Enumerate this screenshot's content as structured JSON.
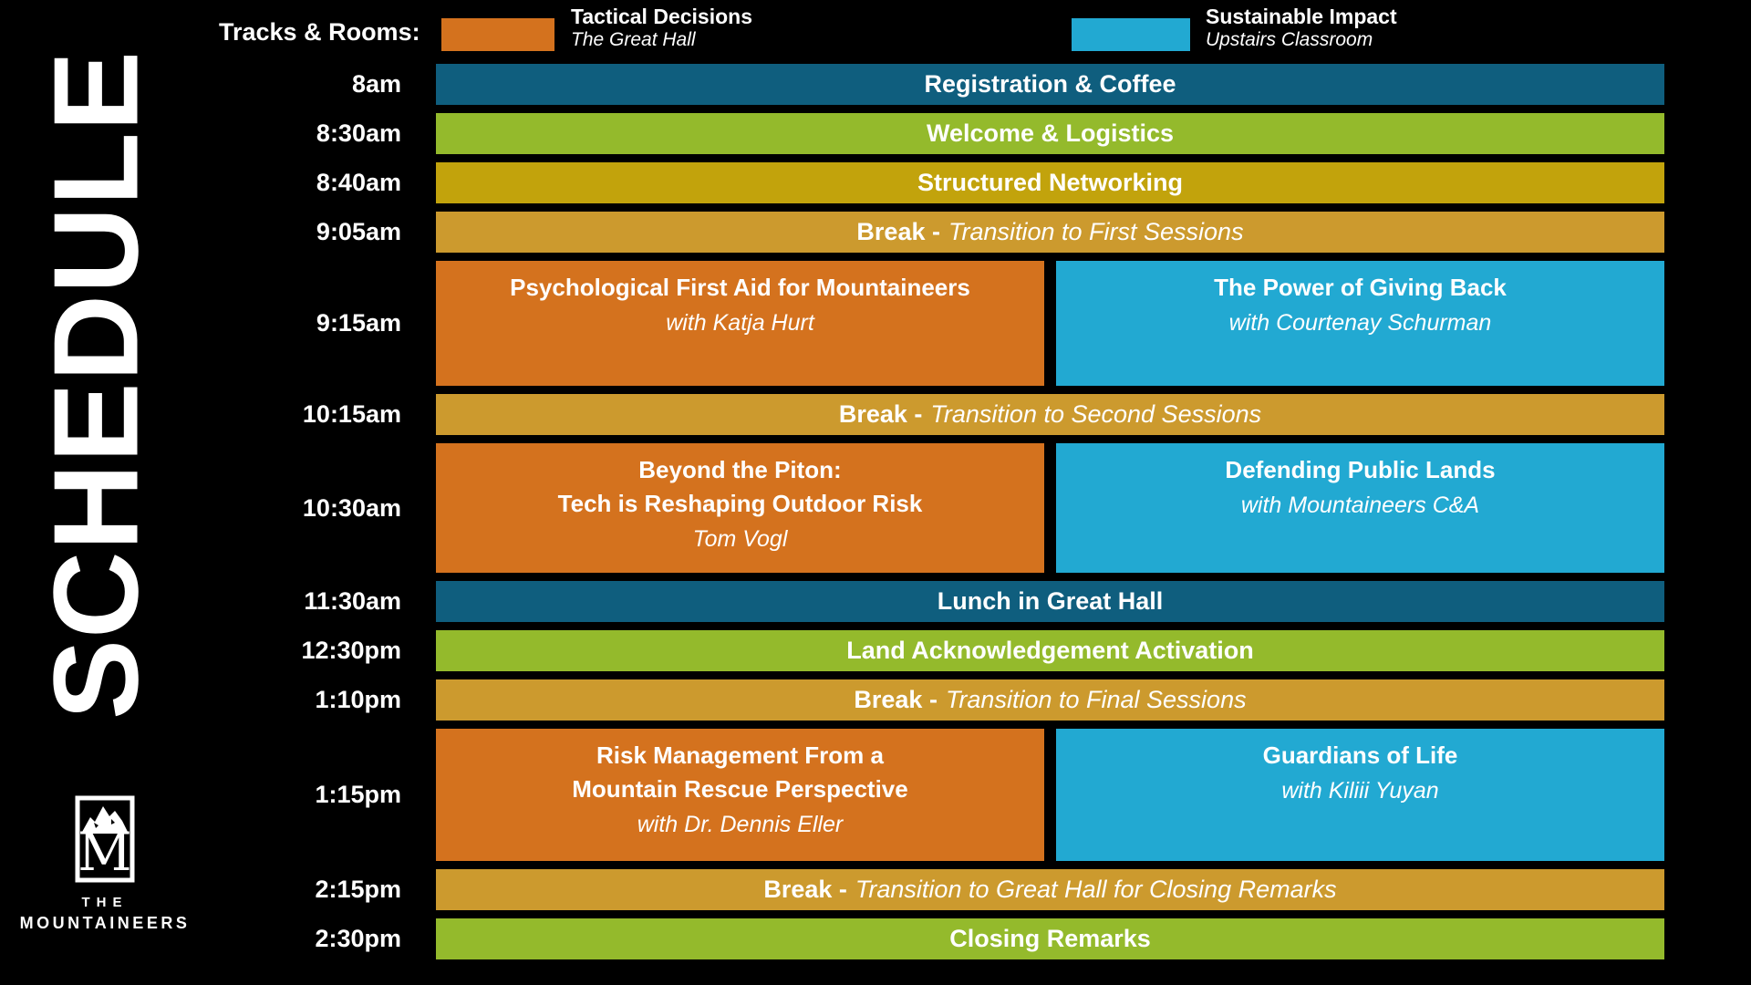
{
  "side_title": "SCHEDULE",
  "logo": {
    "monogram": "M",
    "line1": "THE",
    "line2": "MOUNTAINEERS"
  },
  "legend": {
    "label": "Tracks & Rooms:",
    "tracks": [
      {
        "name": "Tactical Decisions",
        "room": "The Great Hall",
        "color": "#d4721e"
      },
      {
        "name": "Sustainable Impact",
        "room": "Upstairs Classroom",
        "color": "#22a9d2"
      }
    ]
  },
  "theme": {
    "background": "#000000",
    "text": "#ffffff",
    "teal": "#0f5e7e",
    "green": "#94ba2c",
    "yellow": "#c2a30c",
    "amber": "#cc9a2e",
    "orange": "#d4721e",
    "blue": "#22a9d2"
  },
  "rows": [
    {
      "time": "8am",
      "title": "Registration & Coffee"
    },
    {
      "time": "8:30am",
      "title": "Welcome & Logistics"
    },
    {
      "time": "8:40am",
      "title": "Structured Networking"
    },
    {
      "time": "9:05am",
      "bold": "Break -",
      "italic": "Transition to First Sessions"
    },
    {
      "time": "9:15am",
      "left": {
        "title1": "Psychological First Aid for Mountaineers",
        "sub": "with Katja Hurt"
      },
      "right": {
        "title1": "The Power of Giving Back",
        "sub": "with Courtenay Schurman"
      }
    },
    {
      "time": "10:15am",
      "bold": "Break -",
      "italic": "Transition to Second Sessions"
    },
    {
      "time": "10:30am",
      "left": {
        "title1": "Beyond the Piton:",
        "title2": "Tech is Reshaping Outdoor Risk",
        "sub": "Tom Vogl"
      },
      "right": {
        "title1": "Defending Public Lands",
        "sub": "with Mountaineers C&A"
      }
    },
    {
      "time": "11:30am",
      "title": "Lunch in Great Hall"
    },
    {
      "time": "12:30pm",
      "title": "Land Acknowledgement Activation"
    },
    {
      "time": "1:10pm",
      "bold": "Break -",
      "italic": "Transition to Final Sessions"
    },
    {
      "time": "1:15pm",
      "left": {
        "title1": "Risk Management From a",
        "title2": "Mountain Rescue Perspective",
        "sub": "with Dr. Dennis Eller"
      },
      "right": {
        "title1": "Guardians of Life",
        "sub": "with Kiliii Yuyan"
      }
    },
    {
      "time": "2:15pm",
      "bold": "Break -",
      "italic": "Transition to Great Hall for Closing Remarks"
    },
    {
      "time": "2:30pm",
      "title": "Closing Remarks"
    }
  ]
}
